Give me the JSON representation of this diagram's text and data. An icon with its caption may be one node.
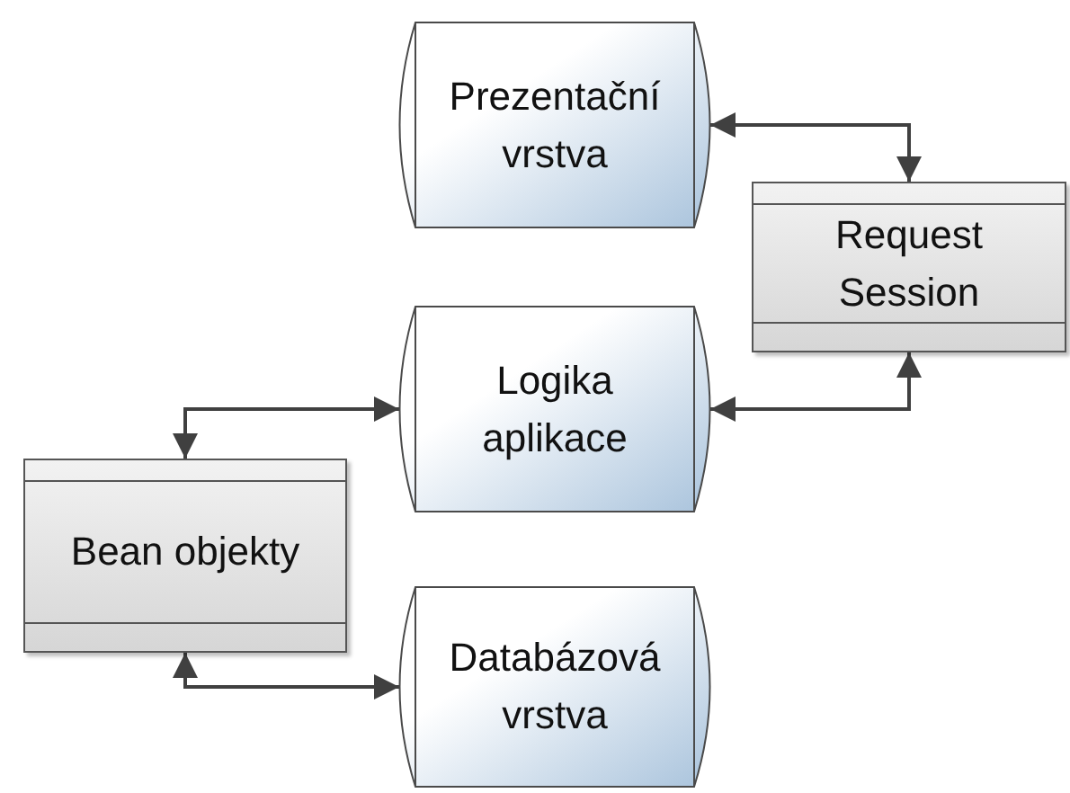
{
  "diagram": {
    "nodes": [
      {
        "text": [
          "Prezentační vrstva"
        ]
      },
      {
        "text": [
          "Request Session"
        ]
      },
      {
        "text": [
          "Logika aplikace"
        ]
      },
      {
        "text": [
          "Bean objekty"
        ]
      },
      {
        "text": [
          "Databázová vrstva"
        ]
      }
    ],
    "edges": [
      {
        "from": 0,
        "to": 1,
        "arrow": "both"
      },
      {
        "from": 2,
        "to": 1,
        "arrow": "both"
      },
      {
        "from": 3,
        "to": 2,
        "arrow": "both"
      },
      {
        "from": 3,
        "to": 4,
        "arrow": "both"
      }
    ]
  }
}
